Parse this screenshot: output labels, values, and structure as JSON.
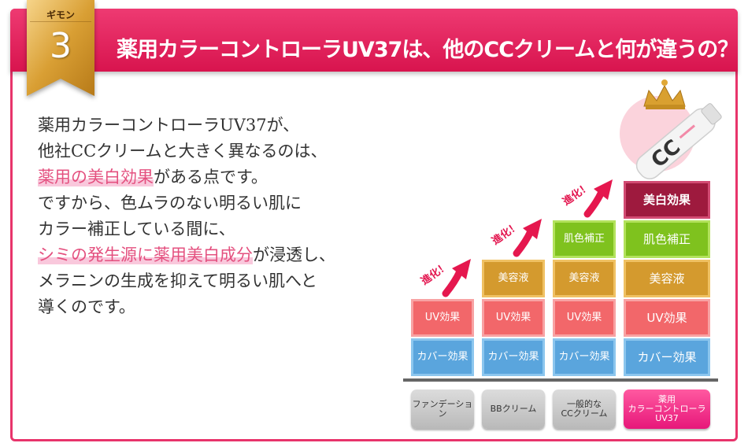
{
  "header": {
    "badge_label": "ギモン",
    "badge_number": "3",
    "title": "薬用カラーコントローラUV37は、他のCCクリームと何が違うの？"
  },
  "body": {
    "line1": "薬用カラーコントローラUV37が、",
    "line2": "他社CCクリームと大きく異なるのは、",
    "line3_highlight": "薬用の美白効果",
    "line3_rest": "がある点です。",
    "line4": "ですから、色ムラのない明るい肌に",
    "line5": "カラー補正している間に、",
    "line6_highlight": "シミの発生源に薬用美白成分",
    "line6_rest": "が浸透し、",
    "line7": "メラニンの生成を抑えて明るい肌へと",
    "line8": "導くのです。"
  },
  "chart": {
    "arrow_label": "進化！",
    "blocks": {
      "cover": "カバー効果",
      "uv": "UV効果",
      "beauty": "美容液",
      "skin": "肌色補正",
      "white": "美白効果"
    },
    "products": {
      "foundation": "ファンデーション",
      "bb": "BBクリーム",
      "cc_line1": "一般的な",
      "cc_line2": "CCクリーム",
      "ours_line1": "薬用",
      "ours_line2": "カラーコントローラ",
      "ours_line3": "UV37"
    }
  },
  "colors": {
    "accent": "#e8346b",
    "cover": "#5aa5dd",
    "uv": "#f2676a",
    "beauty": "#d49a2e",
    "skin": "#7fc21e",
    "white": "#9e1a3e"
  }
}
